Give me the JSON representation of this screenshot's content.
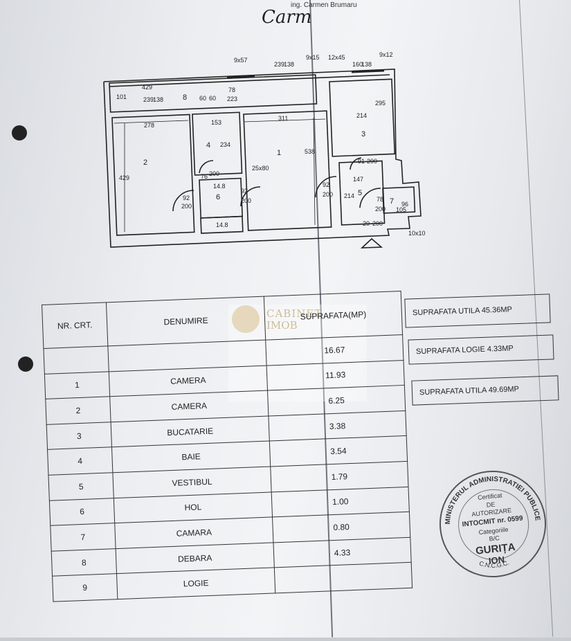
{
  "header": {
    "signature_name": "ing. Carmen Brumaru",
    "signature_mark": "Carm"
  },
  "plan": {
    "room_numbers": [
      "1",
      "2",
      "3",
      "4",
      "5",
      "6",
      "7",
      "8"
    ],
    "dimensions": [
      "9x57",
      "239",
      "138",
      "9x15",
      "12x45",
      "160",
      "138",
      "9x12",
      "429",
      "78",
      "223",
      "239",
      "138",
      "60",
      "60",
      "101",
      "311",
      "214",
      "295",
      "278",
      "153",
      "234",
      "538",
      "25x80",
      "429",
      "76",
      "200",
      "14.8",
      "92",
      "200",
      "92",
      "200",
      "14.8",
      "92",
      "200",
      "147",
      "214",
      "91",
      "200",
      "78",
      "200",
      "96",
      "105",
      "20",
      "200",
      "10x10"
    ]
  },
  "table": {
    "headers": {
      "nr": "NR. CRT.",
      "denumire": "DENUMIRE",
      "suprafata": "SUPRAFATA(MP)"
    },
    "rows": [
      {
        "nr": "",
        "denumire": "",
        "suprafata": "16.67"
      },
      {
        "nr": "1",
        "denumire": "CAMERA",
        "suprafata": "11.93"
      },
      {
        "nr": "2",
        "denumire": "CAMERA",
        "suprafata": "6.25"
      },
      {
        "nr": "3",
        "denumire": "BUCATARIE",
        "suprafata": "3.38"
      },
      {
        "nr": "4",
        "denumire": "BAIE",
        "suprafata": "3.54"
      },
      {
        "nr": "5",
        "denumire": "VESTIBUL",
        "suprafata": "1.79"
      },
      {
        "nr": "6",
        "denumire": "HOL",
        "suprafata": "1.00"
      },
      {
        "nr": "7",
        "denumire": "CAMARA",
        "suprafata": "0.80"
      },
      {
        "nr": "8",
        "denumire": "DEBARA",
        "suprafata": "4.33"
      },
      {
        "nr": "9",
        "denumire": "LOGIE",
        "suprafata": ""
      }
    ]
  },
  "summary": {
    "util": "SUPRAFATA UTILA 45.36MP",
    "logie": "SUPRAFATA LOGIE 4.33MP",
    "util_total": "SUPRAFATA UTILA 49.69MP"
  },
  "watermark": {
    "line1": "CABINET",
    "line2": "IMOB"
  },
  "stamp": {
    "ring": "MINISTERUL ADMINISTRATIEI PUBLICE",
    "line1": "Certificat",
    "line2": "DE",
    "line3": "AUTORIZARE",
    "line4": "INTOCMIT nr. 0599",
    "line5": "Categoriile",
    "line6": "B/C",
    "name1": "GURIȚA",
    "name2": "ION",
    "bottom": "C.N.C.G.C."
  }
}
